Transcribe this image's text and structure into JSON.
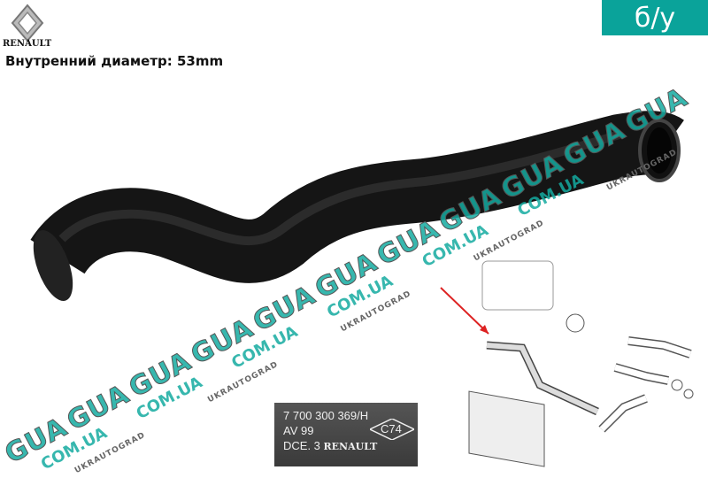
{
  "brand": {
    "name": "RENAULT"
  },
  "spec": {
    "text": "Внутренний диаметр: 53mm"
  },
  "badge": {
    "text": "б/у",
    "color": "#0aa39a"
  },
  "watermark": {
    "gua": "GUA",
    "com": "COM.UA",
    "uk": "UKRAUTOGRAD"
  },
  "part_label": {
    "line1": "7 700 300 369/H",
    "line2": "AV 99",
    "code": "C74",
    "line3": "DCE. 3",
    "brand": "RENAULT"
  }
}
